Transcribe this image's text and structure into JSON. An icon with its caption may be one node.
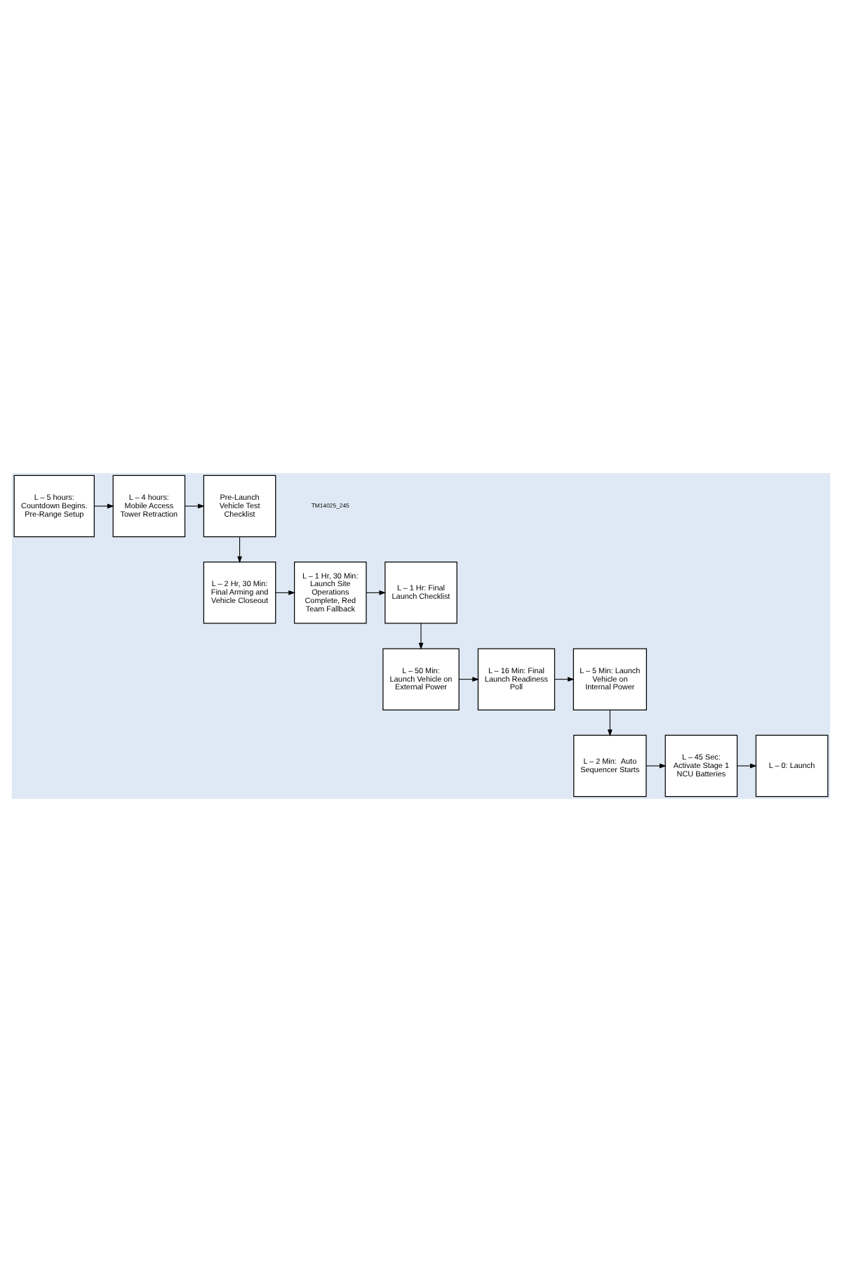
{
  "diagram": {
    "nodes": [
      {
        "text": [
          "L – 5 hours: Countdown Begins. Pre-Range Setup"
        ]
      },
      {
        "text": [
          "L – 4 hours: Mobile Access Tower Retraction"
        ]
      },
      {
        "text": [
          "Pre-Launch Vehicle Test Checklist"
        ]
      },
      {
        "text": [
          "L – 2 Hr, 30 Min: Final Arming and Vehicle Closeout"
        ]
      },
      {
        "text": [
          "L – 1 Hr, 30 Min: Launch Site Operations Complete, Red Team Fallback"
        ]
      },
      {
        "text": [
          "L – 1 Hr: Final Launch Checklist"
        ]
      },
      {
        "text": [
          "L – 50 Min: Launch Vehicle on External Power"
        ]
      },
      {
        "text": [
          "L – 16 Min: Final Launch Readiness Poll"
        ]
      },
      {
        "text": [
          "L – 5 Min: Launch Vehicle on Internal Power"
        ]
      },
      {
        "text": [
          "L – 2 Min:  Auto Sequencer Starts"
        ]
      },
      {
        "text": [
          "L – 45 Sec: Activate Stage 1 NCU Batteries"
        ]
      },
      {
        "text": [
          "L – 0: Launch"
        ]
      }
    ],
    "edges": [
      {
        "from": 0,
        "to": 1,
        "arrow": "to"
      },
      {
        "from": 1,
        "to": 2,
        "arrow": "to"
      },
      {
        "from": 2,
        "to": 3,
        "arrow": "to"
      },
      {
        "from": 3,
        "to": 4,
        "arrow": "to"
      },
      {
        "from": 4,
        "to": 5,
        "arrow": "to"
      },
      {
        "from": 5,
        "to": 6,
        "arrow": "to"
      },
      {
        "from": 6,
        "to": 7,
        "arrow": "to"
      },
      {
        "from": 7,
        "to": 8,
        "arrow": "to"
      },
      {
        "from": 8,
        "to": 9,
        "arrow": "to"
      },
      {
        "from": 9,
        "to": 10,
        "arrow": "to"
      },
      {
        "from": 10,
        "to": 11,
        "arrow": "to"
      }
    ],
    "labels": [
      "TM14025_245"
    ]
  }
}
